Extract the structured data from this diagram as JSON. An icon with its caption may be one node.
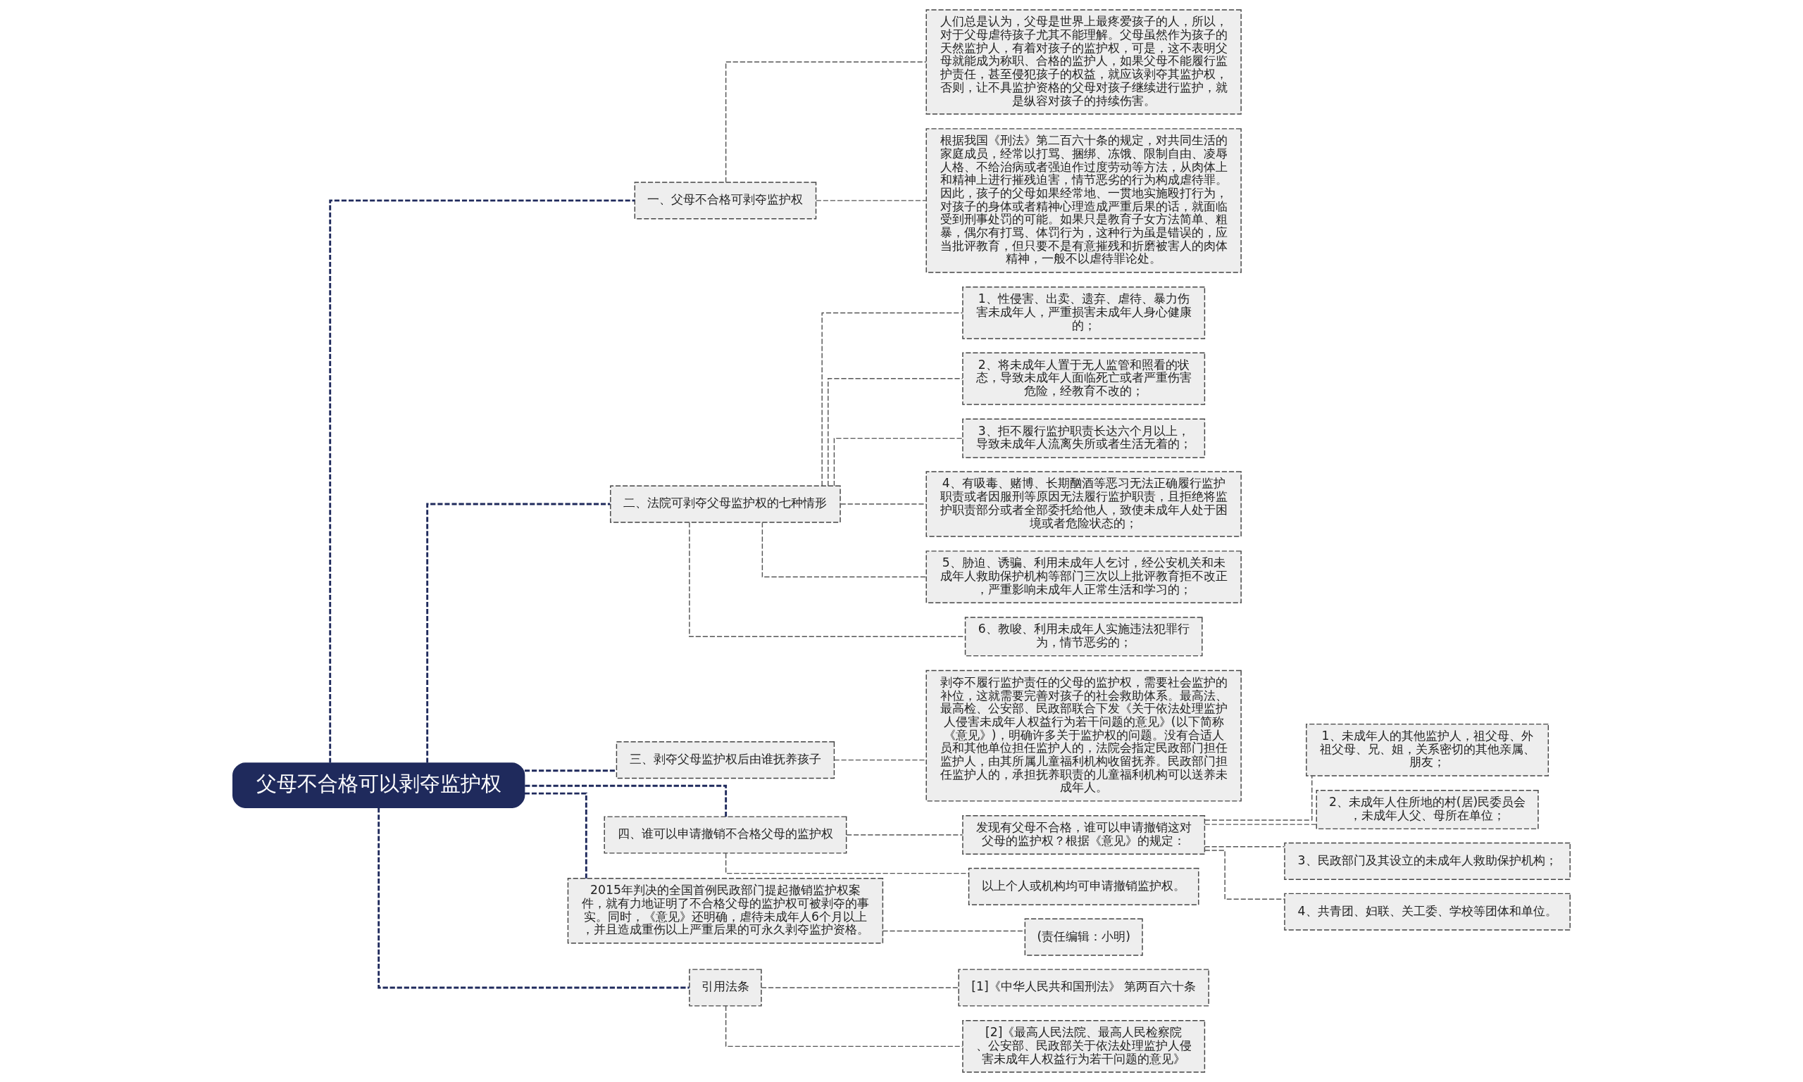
{
  "diagram": {
    "nodes": [
      {
        "text": [
          "父母不合格可以剥夺监护权"
        ]
      },
      {
        "text": [
          "一、父母不合格可剥夺监护权"
        ]
      },
      {
        "text": [
          "人们总是认为，父母是世界上最疼爱孩子的人，所以，对于父母虐待孩子尤其不能理解。父母虽然作为孩子的天然监护人，有着对孩子的监护权，可是，这不表明父母就能成为称职、合格的监护人，如果父母不能履行监护责任，甚至侵犯孩子的权益，就应该剥夺其监护权，否则，让不具监护资格的父母对孩子继续进行监护，就是纵容对孩子的持续伤害。"
        ]
      },
      {
        "text": [
          "根据我国《刑法》第二百六十条的规定，对共同生活的家庭成员，经常以打骂、捆绑、冻饿、限制自由、凌辱人格、不给治病或者强迫作过度劳动等方法，从肉体上和精神上进行摧残迫害，情节恶劣的行为构成虐待罪。因此，孩子的父母如果经常地、一贯地实施殴打行为，对孩子的身体或者精神心理造成严重后果的话，就面临受到刑事处罚的可能。如果只是教育子女方法简单、粗暴，偶尔有打骂、体罚行为，这种行为虽是错误的，应当批评教育，但只要不是有意摧残和折磨被害人的肉体精神，一般不以虐待罪论处。"
        ]
      },
      {
        "text": [
          "二、法院可剥夺父母监护权的七种情形"
        ]
      },
      {
        "text": [
          "1、性侵害、出卖、遗弃、虐待、暴力伤害未成年人，严重损害未成年人身心健康的；"
        ]
      },
      {
        "text": [
          "2、将未成年人置于无人监管和照看的状态，导致未成年人面临死亡或者严重伤害危险，经教育不改的；"
        ]
      },
      {
        "text": [
          "3、拒不履行监护职责长达六个月以上，导致未成年人流离失所或者生活无着的；"
        ]
      },
      {
        "text": [
          "4、有吸毒、赌博、长期酗酒等恶习无法正确履行监护职责或者因服刑等原因无法履行监护职责，且拒绝将监护职责部分或者全部委托给他人，致使未成年人处于困境或者危险状态的；"
        ]
      },
      {
        "text": [
          "5、胁迫、诱骗、利用未成年人乞讨，经公安机关和未成年人救助保护机构等部门三次以上批评教育拒不改正，严重影响未成年人正常生活和学习的；"
        ]
      },
      {
        "text": [
          "6、教唆、利用未成年人实施违法犯罪行为，情节恶劣的；"
        ]
      },
      {
        "text": [
          "三、剥夺父母监护权后由谁抚养孩子"
        ]
      },
      {
        "text": [
          "剥夺不履行监护责任的父母的监护权，需要社会监护的补位，这就需要完善对孩子的社会救助体系。最高法、最高检、公安部、民政部联合下发《关于依法处理监护人侵害未成年人权益行为若干问题的意见》(以下简称《意见》)，明确许多关于监护权的问题。没有合适人员和其他单位担任监护人的，法院会指定民政部门担任监护人，由其所属儿童福利机构收留抚养。民政部门担任监护人的，承担抚养职责的儿童福利机构可以送养未成年人。"
        ]
      },
      {
        "text": [
          "四、谁可以申请撤销不合格父母的监护权"
        ]
      },
      {
        "text": [
          "发现有父母不合格，谁可以申请撤销这对父母的监护权？根据《意见》的规定："
        ]
      },
      {
        "text": [
          "1、未成年人的其他监护人，祖父母、外祖父母、兄、姐，关系密切的其他亲属、朋友；"
        ]
      },
      {
        "text": [
          "2、未成年人住所地的村(居)民委员会，未成年人父、母所在单位；"
        ]
      },
      {
        "text": [
          "3、民政部门及其设立的未成年人救助保护机构；"
        ]
      },
      {
        "text": [
          "4、共青团、妇联、关工委、学校等团体和单位。"
        ]
      },
      {
        "text": [
          "以上个人或机构均可申请撤销监护权。"
        ]
      },
      {
        "text": [
          "2015年判决的全国首例民政部门提起撤销监护权案件，就有力地证明了不合格父母的监护权可被剥夺的事实。同时，《意见》还明确，虐待未成年人6个月以上，并且造成重伤以上严重后果的可永久剥夺监护资格。"
        ]
      },
      {
        "text": [
          "(责任编辑：小明)"
        ]
      },
      {
        "text": [
          "引用法条"
        ]
      },
      {
        "text": [
          "[1]《中华人民共和国刑法》 第两百六十条"
        ]
      },
      {
        "text": [
          "[2]《最高人民法院、最高人民检察院、公安部、民政部关于依法处理监护人侵害未成年人权益行为若干问题的意见》"
        ]
      }
    ],
    "edges": [
      {
        "from": 0,
        "to": 1,
        "arrow": "none",
        "style": "dashed",
        "color": "#1f2a5c"
      },
      {
        "from": 1,
        "to": 2,
        "arrow": "none",
        "style": "dashed"
      },
      {
        "from": 1,
        "to": 3,
        "arrow": "none",
        "style": "dashed"
      },
      {
        "from": 0,
        "to": 4,
        "arrow": "none",
        "style": "dashed",
        "color": "#1f2a5c"
      },
      {
        "from": 4,
        "to": 5,
        "arrow": "none",
        "style": "dashed"
      },
      {
        "from": 4,
        "to": 6,
        "arrow": "none",
        "style": "dashed"
      },
      {
        "from": 4,
        "to": 7,
        "arrow": "none",
        "style": "dashed"
      },
      {
        "from": 4,
        "to": 8,
        "arrow": "none",
        "style": "dashed"
      },
      {
        "from": 4,
        "to": 9,
        "arrow": "none",
        "style": "dashed"
      },
      {
        "from": 4,
        "to": 10,
        "arrow": "none",
        "style": "dashed"
      },
      {
        "from": 0,
        "to": 11,
        "arrow": "none",
        "style": "dashed",
        "color": "#1f2a5c"
      },
      {
        "from": 11,
        "to": 12,
        "arrow": "none",
        "style": "dashed"
      },
      {
        "from": 0,
        "to": 13,
        "arrow": "none",
        "style": "dashed",
        "color": "#1f2a5c"
      },
      {
        "from": 13,
        "to": 14,
        "arrow": "none",
        "style": "dashed"
      },
      {
        "from": 14,
        "to": 15,
        "arrow": "none",
        "style": "dashed"
      },
      {
        "from": 14,
        "to": 16,
        "arrow": "none",
        "style": "dashed"
      },
      {
        "from": 14,
        "to": 17,
        "arrow": "none",
        "style": "dashed"
      },
      {
        "from": 14,
        "to": 18,
        "arrow": "none",
        "style": "dashed"
      },
      {
        "from": 13,
        "to": 19,
        "arrow": "none",
        "style": "dashed"
      },
      {
        "from": 0,
        "to": 20,
        "arrow": "none",
        "style": "dashed",
        "color": "#1f2a5c"
      },
      {
        "from": 20,
        "to": 21,
        "arrow": "none",
        "style": "dashed"
      },
      {
        "from": 0,
        "to": 22,
        "arrow": "none",
        "style": "dashed",
        "color": "#1f2a5c"
      },
      {
        "from": 22,
        "to": 23,
        "arrow": "none",
        "style": "dashed"
      },
      {
        "from": 22,
        "to": 24,
        "arrow": "none",
        "style": "dashed"
      }
    ]
  }
}
